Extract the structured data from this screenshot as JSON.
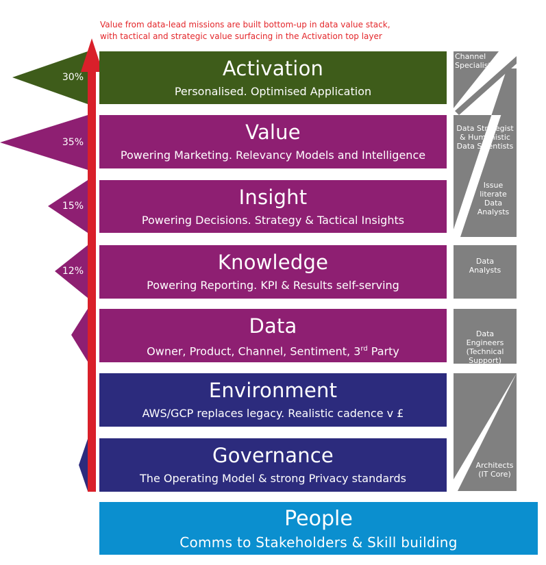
{
  "caption": {
    "line1": "Value from data-lead missions are built  bottom-up in data value stack,",
    "line2": "with tactical and strategic value surfacing in the Activation top layer"
  },
  "layers": [
    {
      "title": "Activation",
      "subtitle": "Personalised. Optimised Application",
      "color": "#3e5c1a"
    },
    {
      "title": "Value",
      "subtitle": "Powering Marketing. Relevancy Models and Intelligence",
      "color": "#8e1f72"
    },
    {
      "title": "Insight",
      "subtitle": "Powering Decisions. Strategy & Tactical Insights",
      "color": "#8e1f72"
    },
    {
      "title": "Knowledge",
      "subtitle": "Powering Reporting. KPI & Results self-serving",
      "color": "#8e1f72"
    },
    {
      "title": "Data",
      "subtitle_main": "Owner, Product, Channel, Sentiment, 3",
      "subtitle_sup": "rd",
      "subtitle_end": " Party",
      "color": "#8e1f72"
    },
    {
      "title": "Environment",
      "subtitle": "AWS/GCP replaces legacy. Realistic cadence v £",
      "color": "#2c2b7d"
    },
    {
      "title": "Governance",
      "subtitle": "The Operating Model & strong Privacy standards",
      "color": "#2c2b7d"
    }
  ],
  "people": {
    "title": "People",
    "subtitle": "Comms to Stakeholders & Skill building",
    "color": "#0b8fcf"
  },
  "percentages": [
    "30%",
    "35%",
    "15%",
    "12%"
  ],
  "roles": {
    "channel_specialists": [
      "Channel",
      "Specialists"
    ],
    "data_strategist": [
      "Data Strategist",
      "& Humanistic",
      "Data Scientists"
    ],
    "issue_analysts": [
      "Issue",
      "literate",
      "Data",
      "Analysts"
    ],
    "data_analysts": [
      "Data",
      "Analysts"
    ],
    "data_engineers": [
      "Data",
      "Engineers",
      "(Technical",
      "Support)"
    ],
    "architects": [
      "Architects",
      "(IT Core)"
    ]
  },
  "colors": {
    "arrow": "#d9202a",
    "roles_bg": "#808080",
    "activation_pennant": "#3e5c1a",
    "magenta_pennant": "#8e1f72",
    "navy_pennant": "#2c2b7d"
  }
}
